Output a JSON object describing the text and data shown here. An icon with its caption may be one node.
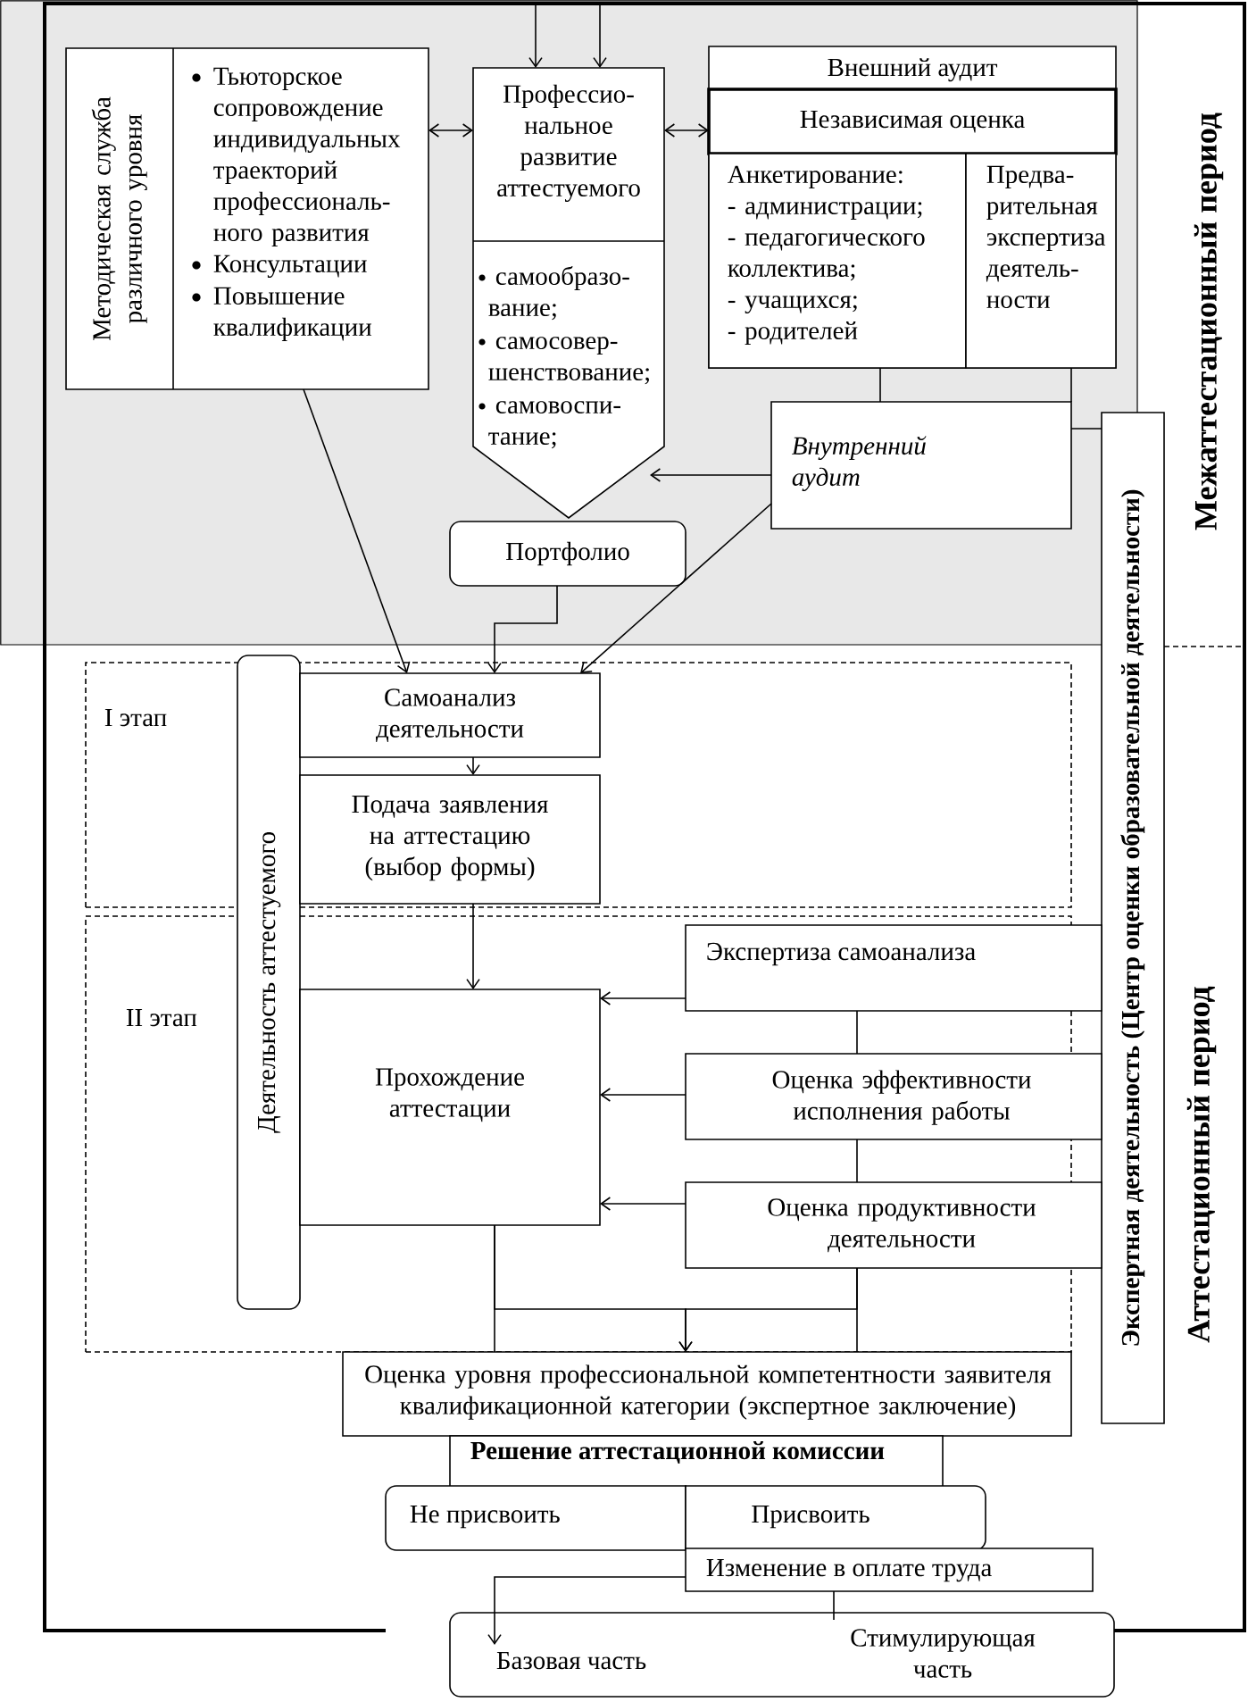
{
  "diagram": {
    "nodes": [
      {
        "text": [
          "Методическая служба различного уровня",
          "Тьюторское сопровождение индивидуальных траекторий профессиональ- ного развития",
          "Консультации",
          "Повышение квалификации"
        ]
      },
      {
        "text": [
          "Профессио- нальное развитие аттестуемого",
          "самообразо- вание;",
          "самосовер- шенствование;",
          "самовоспи- тание;"
        ]
      },
      {
        "text": [
          "Внешний аудит"
        ]
      },
      {
        "text": [
          "Независимая оценка"
        ],
        "in": 2
      },
      {
        "text": [
          "Анкетирование:",
          "- администрации;",
          "- педагогического коллектива;",
          "- учащихся;",
          "- родителей"
        ],
        "in": 2
      },
      {
        "text": [
          "Предва- рительная экспертиза деятель- ности"
        ],
        "in": 2
      },
      {
        "text": [
          "Внутренний аудит"
        ]
      },
      {
        "text": [
          "Экспертная деятельность (Центр оценки образовательной деятельности)"
        ]
      },
      {
        "text": [
          "Портфолио"
        ]
      },
      {
        "text": [
          "I этап"
        ]
      },
      {
        "text": [
          "Деятельность аттестуемого"
        ]
      },
      {
        "text": [
          "Самоанализ деятельности"
        ],
        "in": 9
      },
      {
        "text": [
          "Подача заявления на аттестацию (выбор формы)"
        ],
        "in": 9
      },
      {
        "text": [
          "II этап"
        ]
      },
      {
        "text": [
          "Экспертиза самоанализа"
        ]
      },
      {
        "text": [
          "Прохождение аттестации"
        ],
        "in": 13
      },
      {
        "text": [
          "Оценка эффективности исполнения работы"
        ]
      },
      {
        "text": [
          "Оценка продуктивности деятельности"
        ]
      },
      {
        "text": [
          "Оценка уровня профессиональной компетентности заявителя квалификационной категории (экспертное заключение)"
        ]
      },
      {
        "text": [
          "Решение аттестационной комиссии"
        ]
      },
      {
        "text": [
          "Не присвоить"
        ]
      },
      {
        "text": [
          "Присвоить"
        ]
      },
      {
        "text": [
          "Изменение в оплате труда"
        ]
      },
      {
        "text": [],
        "shape": "box"
      },
      {
        "text": [
          "Базовая часть"
        ],
        "in": 23
      },
      {
        "text": [
          "Стимулирующая часть"
        ],
        "in": 23
      }
    ],
    "edges": [
      {
        "from": null,
        "to": 1,
        "arrow": "to"
      },
      {
        "from": null,
        "to": 1,
        "arrow": "to"
      },
      {
        "from": 0,
        "to": 1,
        "arrow": "both"
      },
      {
        "from": 1,
        "to": 3,
        "arrow": "both"
      },
      {
        "from": 4,
        "to": 6,
        "arrow": "none"
      },
      {
        "from": 5,
        "to": 6,
        "arrow": "none"
      },
      {
        "from": 6,
        "to": 7,
        "arrow": "none"
      },
      {
        "from": 6,
        "to": 1,
        "arrow": "to"
      },
      {
        "from": 0,
        "to": 11,
        "arrow": "to"
      },
      {
        "from": 8,
        "to": 11,
        "arrow": "to"
      },
      {
        "from": 6,
        "to": 11,
        "arrow": "to"
      },
      {
        "from": 11,
        "to": 12,
        "arrow": "to"
      },
      {
        "from": 12,
        "to": 15,
        "arrow": "to"
      },
      {
        "from": 14,
        "to": 15,
        "arrow": "to"
      },
      {
        "from": 16,
        "to": 15,
        "arrow": "to"
      },
      {
        "from": 17,
        "to": 15,
        "arrow": "to"
      },
      {
        "from": 14,
        "to": 16,
        "arrow": "none"
      },
      {
        "from": 16,
        "to": 17,
        "arrow": "none"
      },
      {
        "from": 15,
        "to": 18,
        "arrow": "to"
      },
      {
        "from": 17,
        "to": 18,
        "arrow": "to"
      },
      {
        "from": 22,
        "to": 24,
        "arrow": "to"
      },
      {
        "from": 22,
        "to": 25,
        "arrow": "none"
      },
      {
        "from": 15,
        "to": 18,
        "arrow": "none"
      },
      {
        "from": 17,
        "to": 18,
        "arrow": "none"
      }
    ],
    "labels": [
      "Межаттестационный период",
      "Аттестационный период"
    ]
  }
}
